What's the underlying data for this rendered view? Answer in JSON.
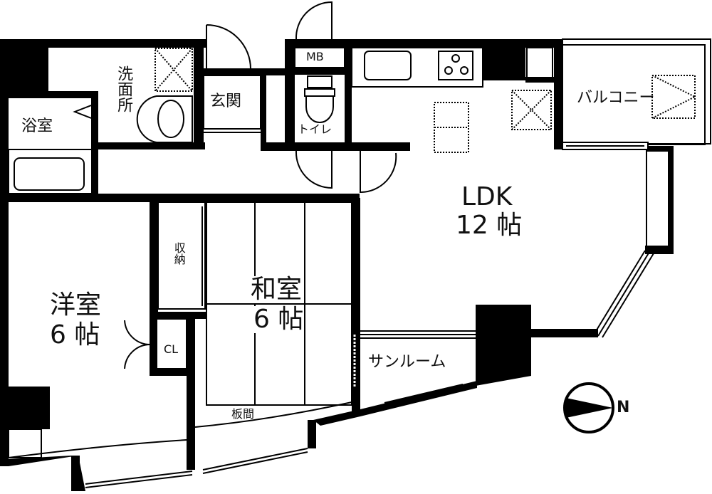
{
  "floorplan": {
    "colors": {
      "wall": "#000000",
      "background": "#ffffff",
      "text": "#111111"
    },
    "rooms": {
      "bath": {
        "label": "浴室"
      },
      "washroom": {
        "label": "洗面所"
      },
      "entrance": {
        "label": "玄関"
      },
      "meter_box": {
        "label": "MB"
      },
      "toilet": {
        "label": "トイレ"
      },
      "ldk": {
        "label": "LDK",
        "size": "12 帖"
      },
      "balcony": {
        "label": "バルコニー"
      },
      "western_room": {
        "label": "洋室",
        "size": "6 帖"
      },
      "storage": {
        "label": "収納"
      },
      "closet": {
        "label": "CL"
      },
      "japanese_room": {
        "label": "和室",
        "size": "6 帖"
      },
      "wood_floor": {
        "label": "板間"
      },
      "sunroom": {
        "label": "サンルーム"
      }
    },
    "compass": {
      "direction": "N",
      "icon": "north-arrow-icon"
    }
  }
}
